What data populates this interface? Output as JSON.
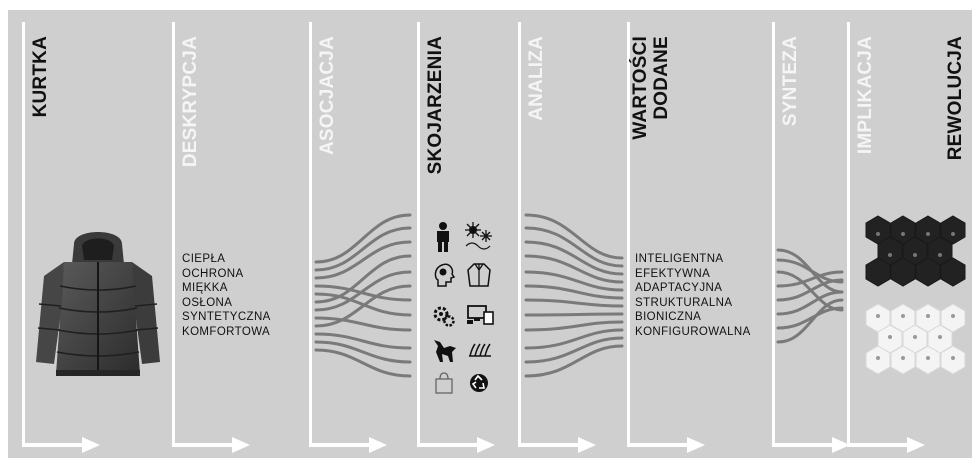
{
  "columns": [
    {
      "title": "KURTKA",
      "style": "dark"
    },
    {
      "title": "DESKRYPCJA",
      "style": "light"
    },
    {
      "title": "ASOCJACJA",
      "style": "light"
    },
    {
      "title": "SKOJARZENIA",
      "style": "dark"
    },
    {
      "title": "ANALIZA",
      "style": "light"
    },
    {
      "title": "WARTOŚCI\nDODANE",
      "style": "dark"
    },
    {
      "title": "SYNTEZA",
      "style": "light"
    },
    {
      "title": "IMPLIKACJA",
      "style": "light"
    },
    {
      "title": "REWOLUCJA",
      "style": "dark"
    }
  ],
  "descriptors": [
    "CIEPŁA",
    "OCHRONA",
    "MIĘKKA",
    "OSŁONA",
    "SYNTETYCZNA",
    "KOMFORTOWA"
  ],
  "added_values": [
    "INTELIGENTNA",
    "EFEKTYWNA",
    "ADAPTACYJNA",
    "STRUKTURALNA",
    "BIONICZNA",
    "KONFIGUROWALNA"
  ],
  "association_icons": [
    {
      "icon": "person-icon"
    },
    {
      "icon": "sun-snow-icon"
    },
    {
      "icon": "head-profile-icon"
    },
    {
      "icon": "jacket-outline-icon"
    },
    {
      "icon": "gears-icon"
    },
    {
      "icon": "devices-icon"
    },
    {
      "icon": "wolf-icon"
    },
    {
      "icon": "fur-icon"
    },
    {
      "icon": "shopping-bag-icon"
    },
    {
      "icon": "recycle-icon"
    }
  ],
  "colors": {
    "background": "#cfcfcf",
    "divider": "#ffffff",
    "curve": "#7a7a7a",
    "dark_text": "#111111",
    "light_text": "#f5f5f5"
  }
}
